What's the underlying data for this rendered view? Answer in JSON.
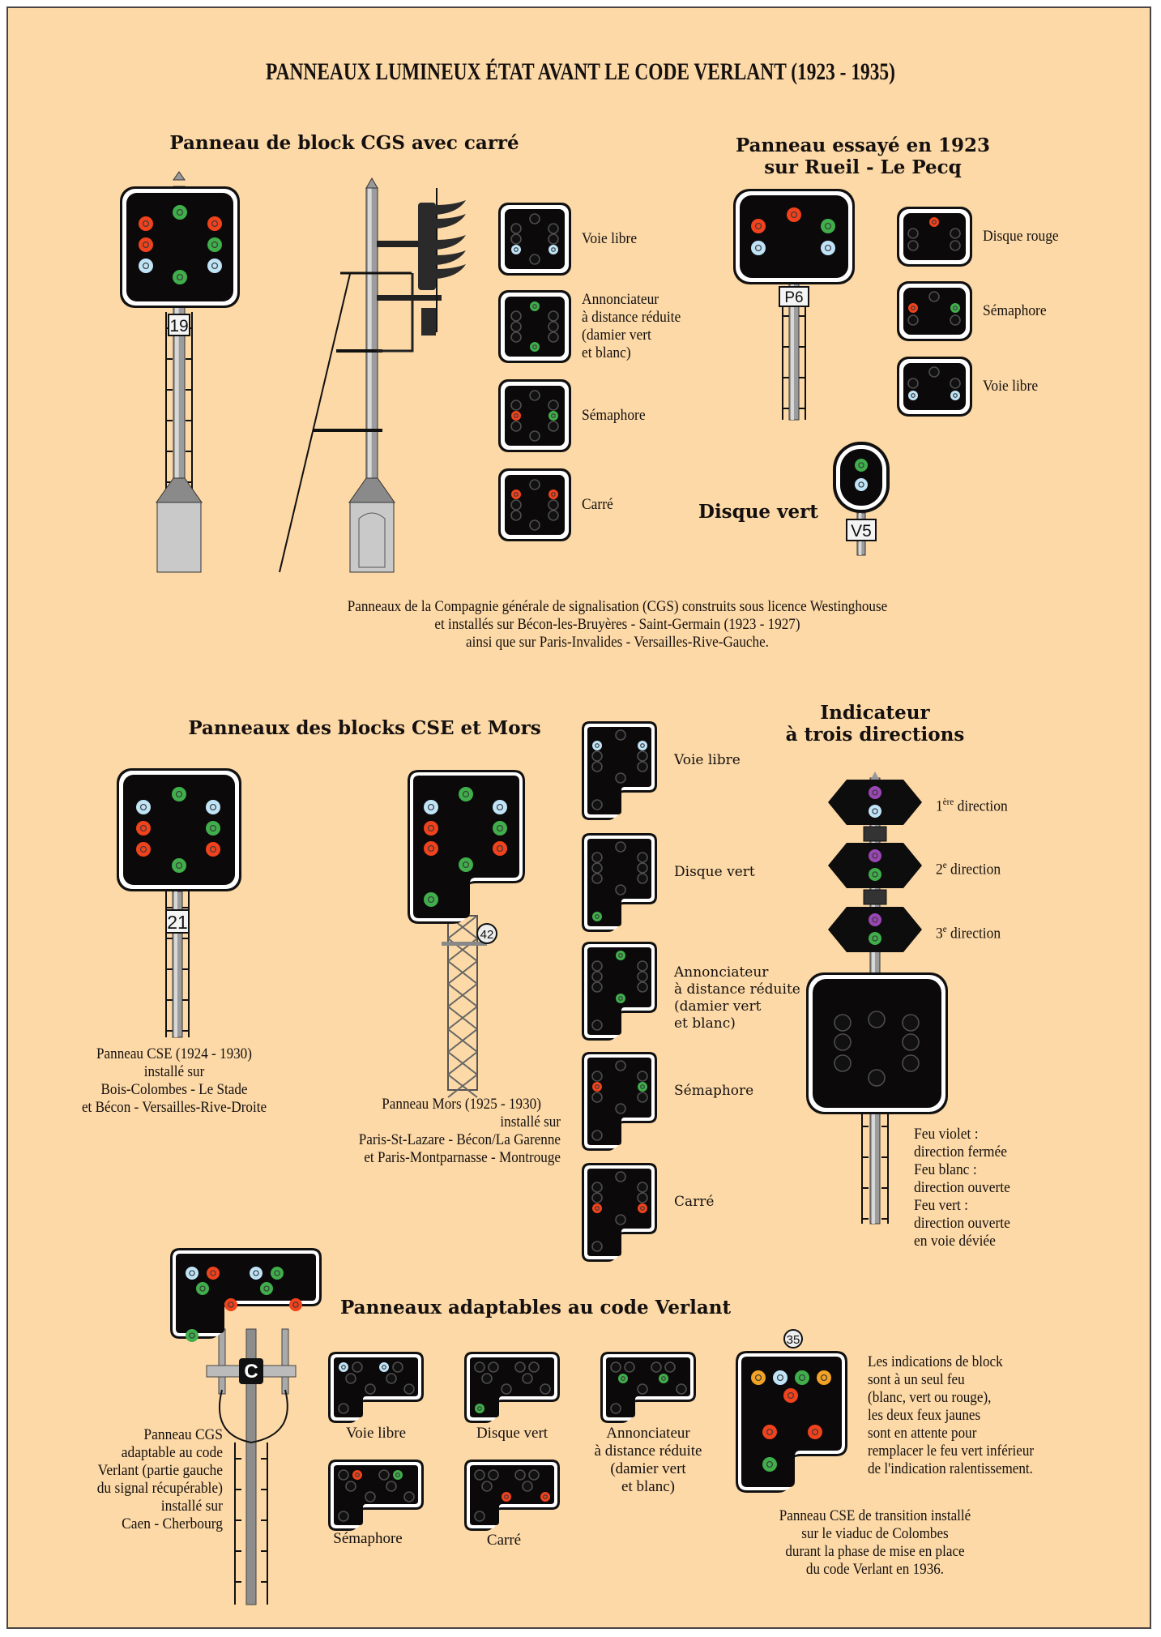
{
  "colors": {
    "background": "#fcd9a6",
    "panel": "#0b0909",
    "red": "#f0421c",
    "green": "#3fae4b",
    "white": "#bfe3f7",
    "violet": "#9b46b5",
    "yellow": "#f2a224",
    "off": "#2a2a2a"
  },
  "title": "PANNEAUX LUMINEUX ÉTAT AVANT LE CODE VERLANT (1923 - 1935)",
  "section_cgs": {
    "heading": "Panneau de block CGS avec carré",
    "signal_plate": "19",
    "main_lamps": [
      "red",
      "green",
      "red",
      "red",
      "green",
      "white",
      "green",
      "white"
    ],
    "states": [
      {
        "label_lines": [
          "Voie libre"
        ],
        "lamps": {
          "top": "off",
          "l1": "off",
          "l2": "off",
          "l3": "white",
          "r1": "off",
          "r2": "off",
          "r3": "white",
          "bottom": "off"
        }
      },
      {
        "label_lines": [
          "Annonciateur",
          "à distance réduite",
          "(damier vert",
          "et blanc)"
        ],
        "lamps": {
          "top": "green",
          "l1": "off",
          "l2": "off",
          "l3": "off",
          "r1": "off",
          "r2": "off",
          "r3": "off",
          "bottom": "green"
        }
      },
      {
        "label_lines": [
          "Sémaphore"
        ],
        "lamps": {
          "top": "off",
          "l1": "off",
          "l2": "red",
          "l3": "off",
          "r1": "off",
          "r2": "green",
          "r3": "off",
          "bottom": "off"
        }
      },
      {
        "label_lines": [
          "Carré"
        ],
        "lamps": {
          "top": "off",
          "l1": "red",
          "l2": "off",
          "l3": "off",
          "r1": "red",
          "r2": "off",
          "r3": "off",
          "bottom": "off"
        }
      }
    ],
    "caption_lines": [
      "Panneaux de la Compagnie générale de signalisation (CGS) construits sous licence Westinghouse",
      "et installés sur Bécon-les-Bruyères - Saint-Germain (1923 - 1927)",
      "ainsi que sur Paris-Invalides - Versailles-Rive-Gauche."
    ]
  },
  "section_rueil": {
    "heading_lines": [
      "Panneau essayé en 1923",
      "sur Rueil - Le Pecq"
    ],
    "signal_plate": "P6",
    "states": [
      {
        "label": "Disque rouge",
        "lamps": {
          "top": "red",
          "l1": "off",
          "l2": "off",
          "r1": "off",
          "r2": "off"
        }
      },
      {
        "label": "Sémaphore",
        "lamps": {
          "top": "off",
          "l1": "red",
          "l2": "off",
          "r1": "green",
          "r2": "off"
        }
      },
      {
        "label": "Voie libre",
        "lamps": {
          "top": "off",
          "l1": "off",
          "l2": "white",
          "r1": "off",
          "r2": "white"
        }
      }
    ],
    "disque_vert_label": "Disque vert",
    "disque_vert_plate": "V5"
  },
  "section_cse_mors": {
    "heading": "Panneaux des blocks CSE et Mors",
    "cse_plate": "21",
    "mors_plate": "42",
    "cse_caption_lines": [
      "Panneau CSE (1924 - 1930)",
      "installé sur",
      "Bois-Colombes - Le Stade",
      "et Bécon - Versailles-Rive-Droite"
    ],
    "mors_caption_lines": [
      "Panneau Mors (1925 - 1930)",
      "installé sur",
      "Paris-St-Lazare - Bécon/La Garenne",
      "et Paris-Montparnasse - Montrouge"
    ],
    "states": [
      {
        "label_lines": [
          "Voie libre"
        ],
        "lamps": {
          "top": "off",
          "l1": "white",
          "l2": "off",
          "l3": "off",
          "r1": "white",
          "r2": "off",
          "r3": "off",
          "bottom": "off",
          "foot": "off"
        }
      },
      {
        "label_lines": [
          "Disque vert"
        ],
        "lamps": {
          "top": "off",
          "l1": "off",
          "l2": "off",
          "l3": "off",
          "r1": "off",
          "r2": "off",
          "r3": "off",
          "bottom": "off",
          "foot": "green"
        }
      },
      {
        "label_lines": [
          "Annonciateur",
          "à distance réduite",
          "(damier vert",
          "et blanc)"
        ],
        "lamps": {
          "top": "green",
          "l1": "off",
          "l2": "off",
          "l3": "off",
          "r1": "off",
          "r2": "off",
          "r3": "off",
          "bottom": "green",
          "foot": "off"
        }
      },
      {
        "label_lines": [
          "Sémaphore"
        ],
        "lamps": {
          "top": "off",
          "l1": "off",
          "l2": "red",
          "l3": "off",
          "r1": "off",
          "r2": "green",
          "r3": "off",
          "bottom": "off",
          "foot": "off"
        }
      },
      {
        "label_lines": [
          "Carré"
        ],
        "lamps": {
          "top": "off",
          "l1": "off",
          "l2": "off",
          "l3": "red",
          "r1": "off",
          "r2": "off",
          "r3": "red",
          "bottom": "off",
          "foot": "off"
        }
      }
    ]
  },
  "section_indicateur": {
    "heading_lines": [
      "Indicateur",
      "à trois directions"
    ],
    "directions": [
      {
        "num": "1",
        "sup": "ère",
        "text": " direction",
        "lamps": [
          "violet",
          "white"
        ]
      },
      {
        "num": "2",
        "sup": "e",
        "text": " direction",
        "lamps": [
          "violet",
          "green"
        ]
      },
      {
        "num": "3",
        "sup": "e",
        "text": " direction",
        "lamps": [
          "violet",
          "green"
        ]
      }
    ],
    "legend_lines": [
      "Feu violet :",
      "direction fermée",
      "Feu blanc :",
      "direction ouverte",
      "Feu vert :",
      "direction ouverte",
      "en voie déviée"
    ]
  },
  "section_verlant": {
    "heading": "Panneaux adaptables au code Verlant",
    "cgs_plate": "C",
    "cgs_caption_lines": [
      "Panneau CGS",
      "adaptable au code",
      "Verlant (partie gauche",
      "du signal récupérable)",
      "installé sur",
      "Caen - Cherbourg"
    ],
    "states": [
      {
        "label_lines": [
          "Voie libre"
        ],
        "lamps": [
          "white",
          "off",
          "off",
          "white",
          "off",
          "off",
          "off",
          "off",
          "off"
        ]
      },
      {
        "label_lines": [
          "Disque vert"
        ],
        "lamps": [
          "off",
          "off",
          "off",
          "off",
          "off",
          "off",
          "off",
          "off",
          "green"
        ]
      },
      {
        "label_lines": [
          "Annonciateur",
          "à distance réduite",
          "(damier vert",
          "et blanc)"
        ],
        "lamps": [
          "off",
          "off",
          "green",
          "off",
          "off",
          "green",
          "off",
          "off",
          "off"
        ]
      },
      {
        "label_lines": [
          "Sémaphore"
        ],
        "lamps": [
          "off",
          "red",
          "off",
          "off",
          "green",
          "off",
          "off",
          "off",
          "off"
        ]
      },
      {
        "label_lines": [
          "Carré"
        ],
        "lamps": [
          "off",
          "off",
          "off",
          "off",
          "off",
          "off",
          "red",
          "red",
          "off"
        ]
      }
    ],
    "transition_plate": "35",
    "transition_note_lines": [
      "Les indications de block",
      "sont à un seul feu",
      "(blanc, vert ou rouge),",
      "les deux feux jaunes",
      "sont en attente pour",
      "remplacer le feu vert inférieur",
      "de l'indication ralentissement."
    ],
    "transition_caption_lines": [
      "Panneau CSE de transition installé",
      "sur le viaduc de Colombes",
      "durant la phase de mise en place",
      "du code Verlant en 1936."
    ]
  }
}
